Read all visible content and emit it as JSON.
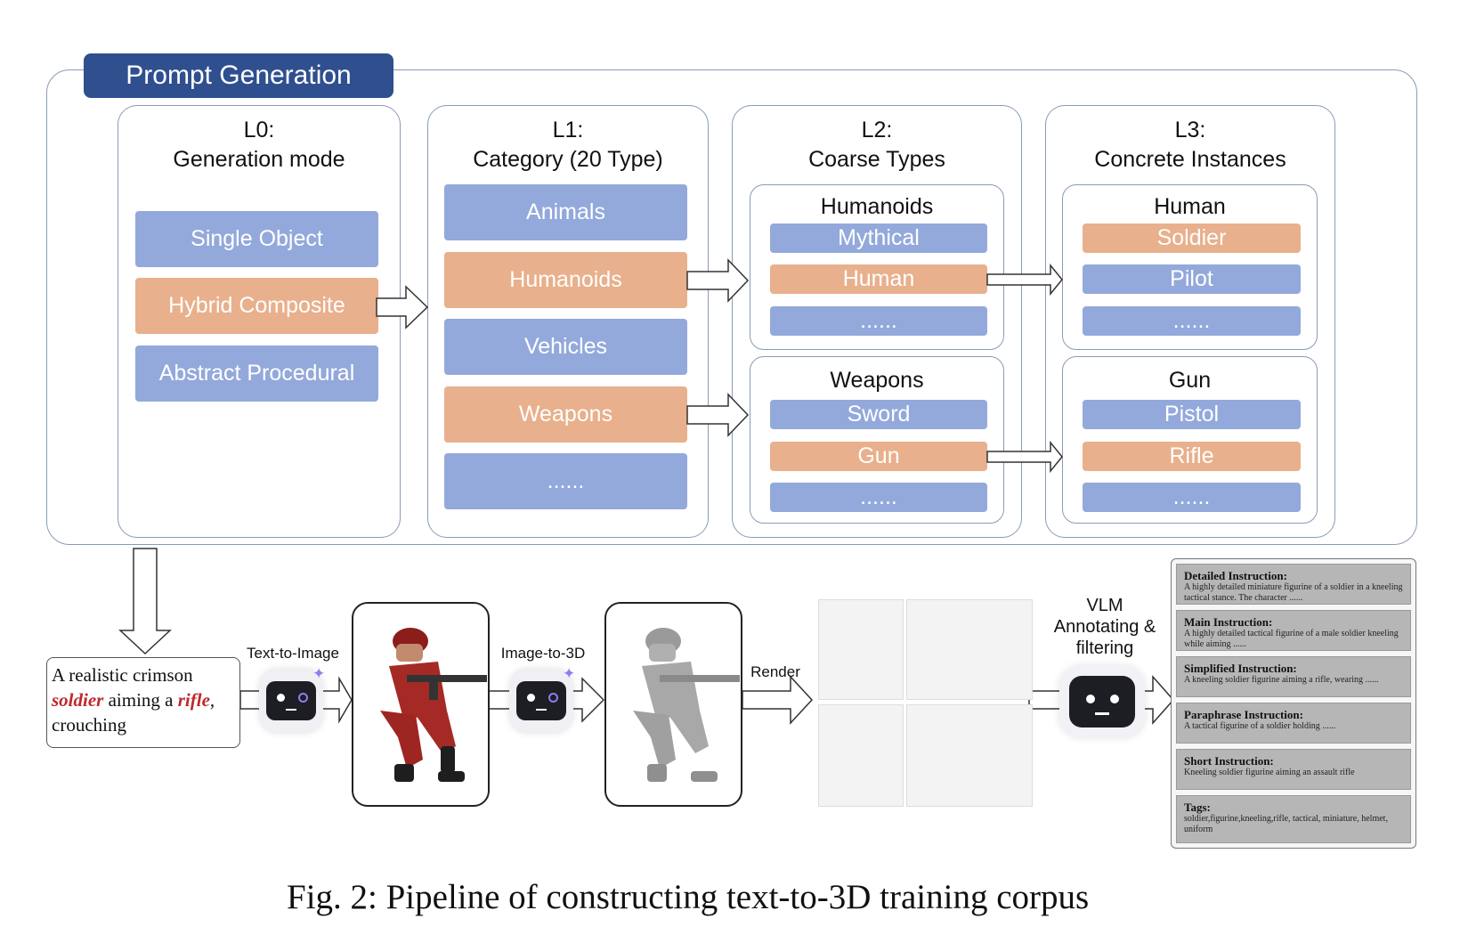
{
  "prompt_generation": {
    "title": "Prompt Generation",
    "l0": {
      "title": "L0:",
      "subtitle": "Generation mode",
      "items": [
        "Single Object",
        "Hybrid Composite",
        "Abstract Procedural"
      ]
    },
    "l1": {
      "title": "L1:",
      "subtitle": "Category (20 Type)",
      "items": [
        "Animals",
        "Humanoids",
        "Vehicles",
        "Weapons",
        "......"
      ]
    },
    "l2": {
      "title": "L2:",
      "subtitle": "Coarse Types",
      "groups": [
        {
          "name": "Humanoids",
          "items": [
            "Mythical",
            "Human",
            "......"
          ]
        },
        {
          "name": "Weapons",
          "items": [
            "Sword",
            "Gun",
            "......"
          ]
        }
      ]
    },
    "l3": {
      "title": "L3:",
      "subtitle": "Concrete Instances",
      "groups": [
        {
          "name": "Human",
          "items": [
            "Soldier",
            "Pilot",
            "......"
          ]
        },
        {
          "name": "Gun",
          "items": [
            "Pistol",
            "Rifle",
            "......"
          ]
        }
      ]
    }
  },
  "pipeline": {
    "prompt_parts": [
      "A realistic crimson ",
      "soldier",
      " aiming a ",
      "rifle",
      ",",
      "crouching"
    ],
    "text_to_image": "Text-to-Image",
    "image_to_3d": "Image-to-3D",
    "render": "Render",
    "vlm_line1": "VLM",
    "vlm_line2": "Annotating &",
    "vlm_line3": "filtering"
  },
  "instructions": [
    {
      "title": "Detailed Instruction:",
      "body": "A highly detailed miniature figurine of a soldier in a kneeling tactical stance. The character ......"
    },
    {
      "title": "Main Instruction:",
      "body": "A highly detailed tactical figurine of a male soldier kneeling while aiming ......"
    },
    {
      "title": "Simplified Instruction:",
      "body": "A kneeling soldier figurine aiming a rifle, wearing ......"
    },
    {
      "title": "Paraphrase Instruction:",
      "body": "A tactical figurine of a soldier holding ......"
    },
    {
      "title": "Short Instruction:",
      "body": "Kneeling soldier figurine aiming an assault rifle"
    },
    {
      "title": "Tags:",
      "body": "soldier,figurine,kneeling,rifle, tactical, miniature, helmet, uniform"
    }
  ],
  "caption": "Fig. 2: Pipeline of constructing text-to-3D training corpus",
  "colors": {
    "blue_chip": "#93a9db",
    "orange_chip": "#e8b08c",
    "tag_bg": "#2f4f8f",
    "highlight_red": "#c0282d"
  }
}
